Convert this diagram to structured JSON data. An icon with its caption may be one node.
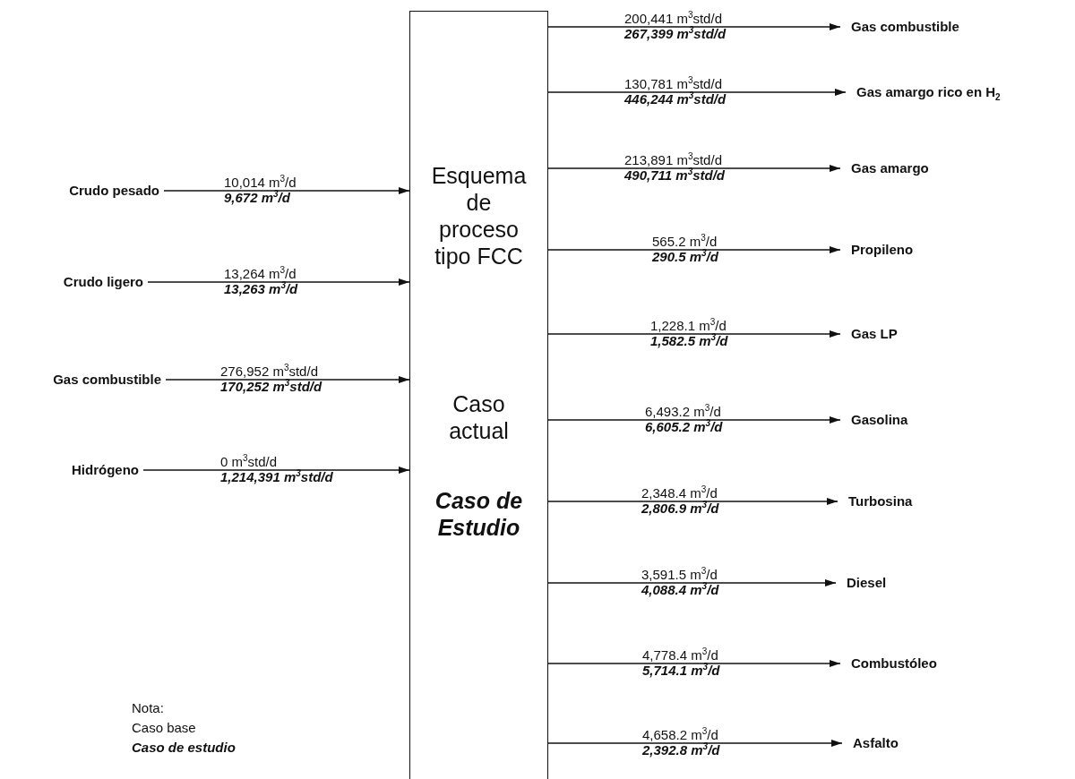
{
  "diagram": {
    "nodes": [
      {
        "text": [
          "Esquema de proceso tipo FCC",
          "Caso actual",
          "Caso de Estudio"
        ]
      },
      {
        "text": [
          "Crudo pesado"
        ]
      },
      {
        "text": [
          "Crudo ligero"
        ]
      },
      {
        "text": [
          "Gas combustible"
        ]
      },
      {
        "text": [
          "Hidrógeno"
        ]
      },
      {
        "text": [
          "Gas combustible"
        ]
      },
      {
        "text": [
          "Gas amargo rico en H$_{2}$"
        ]
      },
      {
        "text": [
          "Gas amargo"
        ]
      },
      {
        "text": [
          "Propileno"
        ]
      },
      {
        "text": [
          "Gas LP"
        ]
      },
      {
        "text": [
          "Gasolina"
        ]
      },
      {
        "text": [
          "Turbosina"
        ]
      },
      {
        "text": [
          "Diesel"
        ]
      },
      {
        "text": [
          "Combustóleo"
        ]
      },
      {
        "text": [
          "Asfalto"
        ]
      }
    ],
    "edges": [
      {
        "from": 1,
        "to": 0,
        "arrow": "to",
        "label": "10,014 m$^{3}$/d *9,672 m$^{3}$/d*"
      },
      {
        "from": 2,
        "to": 0,
        "arrow": "to",
        "label": "13,264 m$^{3}$/d *13,263 m$^{3}$/d*"
      },
      {
        "from": 3,
        "to": 0,
        "arrow": "to",
        "label": "276,952 m$^{3}$std/d *170,252 m$^{3}$std/d*"
      },
      {
        "from": 4,
        "to": 0,
        "arrow": "to",
        "label": "0 m$^{3}$std/d *1,214,391 m$^{3}$std/d*"
      },
      {
        "from": 0,
        "to": 5,
        "arrow": "to",
        "label": "200,441 m$^{3}$std/d *267,399 m$^{3}$std/d*"
      },
      {
        "from": 0,
        "to": 6,
        "arrow": "to",
        "label": "130,781 m$^{3}$std/d *446,244 m$^{3}$std/d*"
      },
      {
        "from": 0,
        "to": 7,
        "arrow": "to",
        "label": "213,891 m$^{3}$std/d *490,711 m$^{3}$std/d*"
      },
      {
        "from": 0,
        "to": 8,
        "arrow": "to",
        "label": "565.2 m$^{3}$/d *290.5 m$^{3}$/d*"
      },
      {
        "from": 0,
        "to": 9,
        "arrow": "to",
        "label": "1,228.1 m$^{3}$/d *1,582.5 m$^{3}$/d*"
      },
      {
        "from": 0,
        "to": 10,
        "arrow": "to",
        "label": "6,493.2 m$^{3}$/d *6,605.2 m$^{3}$/d*"
      },
      {
        "from": 0,
        "to": 11,
        "arrow": "to",
        "label": "2,348.4 m$^{3}$/d *2,806.9 m$^{3}$/d*"
      },
      {
        "from": 0,
        "to": 12,
        "arrow": "to",
        "label": "3,591.5 m$^{3}$/d *4,088.4 m$^{3}$/d*"
      },
      {
        "from": 0,
        "to": 13,
        "arrow": "to",
        "label": "4,778.4 m$^{3}$/d *5,714.1 m$^{3}$/d*"
      },
      {
        "from": 0,
        "to": 14,
        "arrow": "to",
        "label": "4,658.2 m$^{3}$/d *2,392.8 m$^{3}$/d*"
      }
    ],
    "labels": [
      "Nota:",
      "Caso base",
      "Caso de estudio"
    ]
  }
}
